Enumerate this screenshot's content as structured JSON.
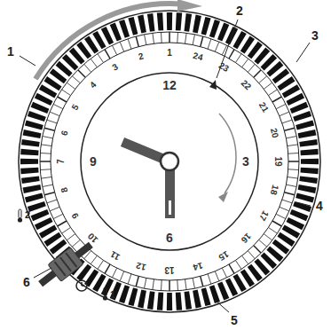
{
  "diagram": {
    "labels": [
      "1",
      "2",
      "3",
      "4",
      "5",
      "6",
      "1",
      "24",
      "23",
      "22",
      "21",
      "20",
      "19",
      "18",
      "17",
      "16",
      "15",
      "14",
      "13",
      "12",
      "11",
      "10",
      "9",
      "8",
      "7",
      "6",
      "5",
      "4",
      "3",
      "2",
      "12",
      "3",
      "6",
      "9",
      "2",
      "1"
    ]
  }
}
